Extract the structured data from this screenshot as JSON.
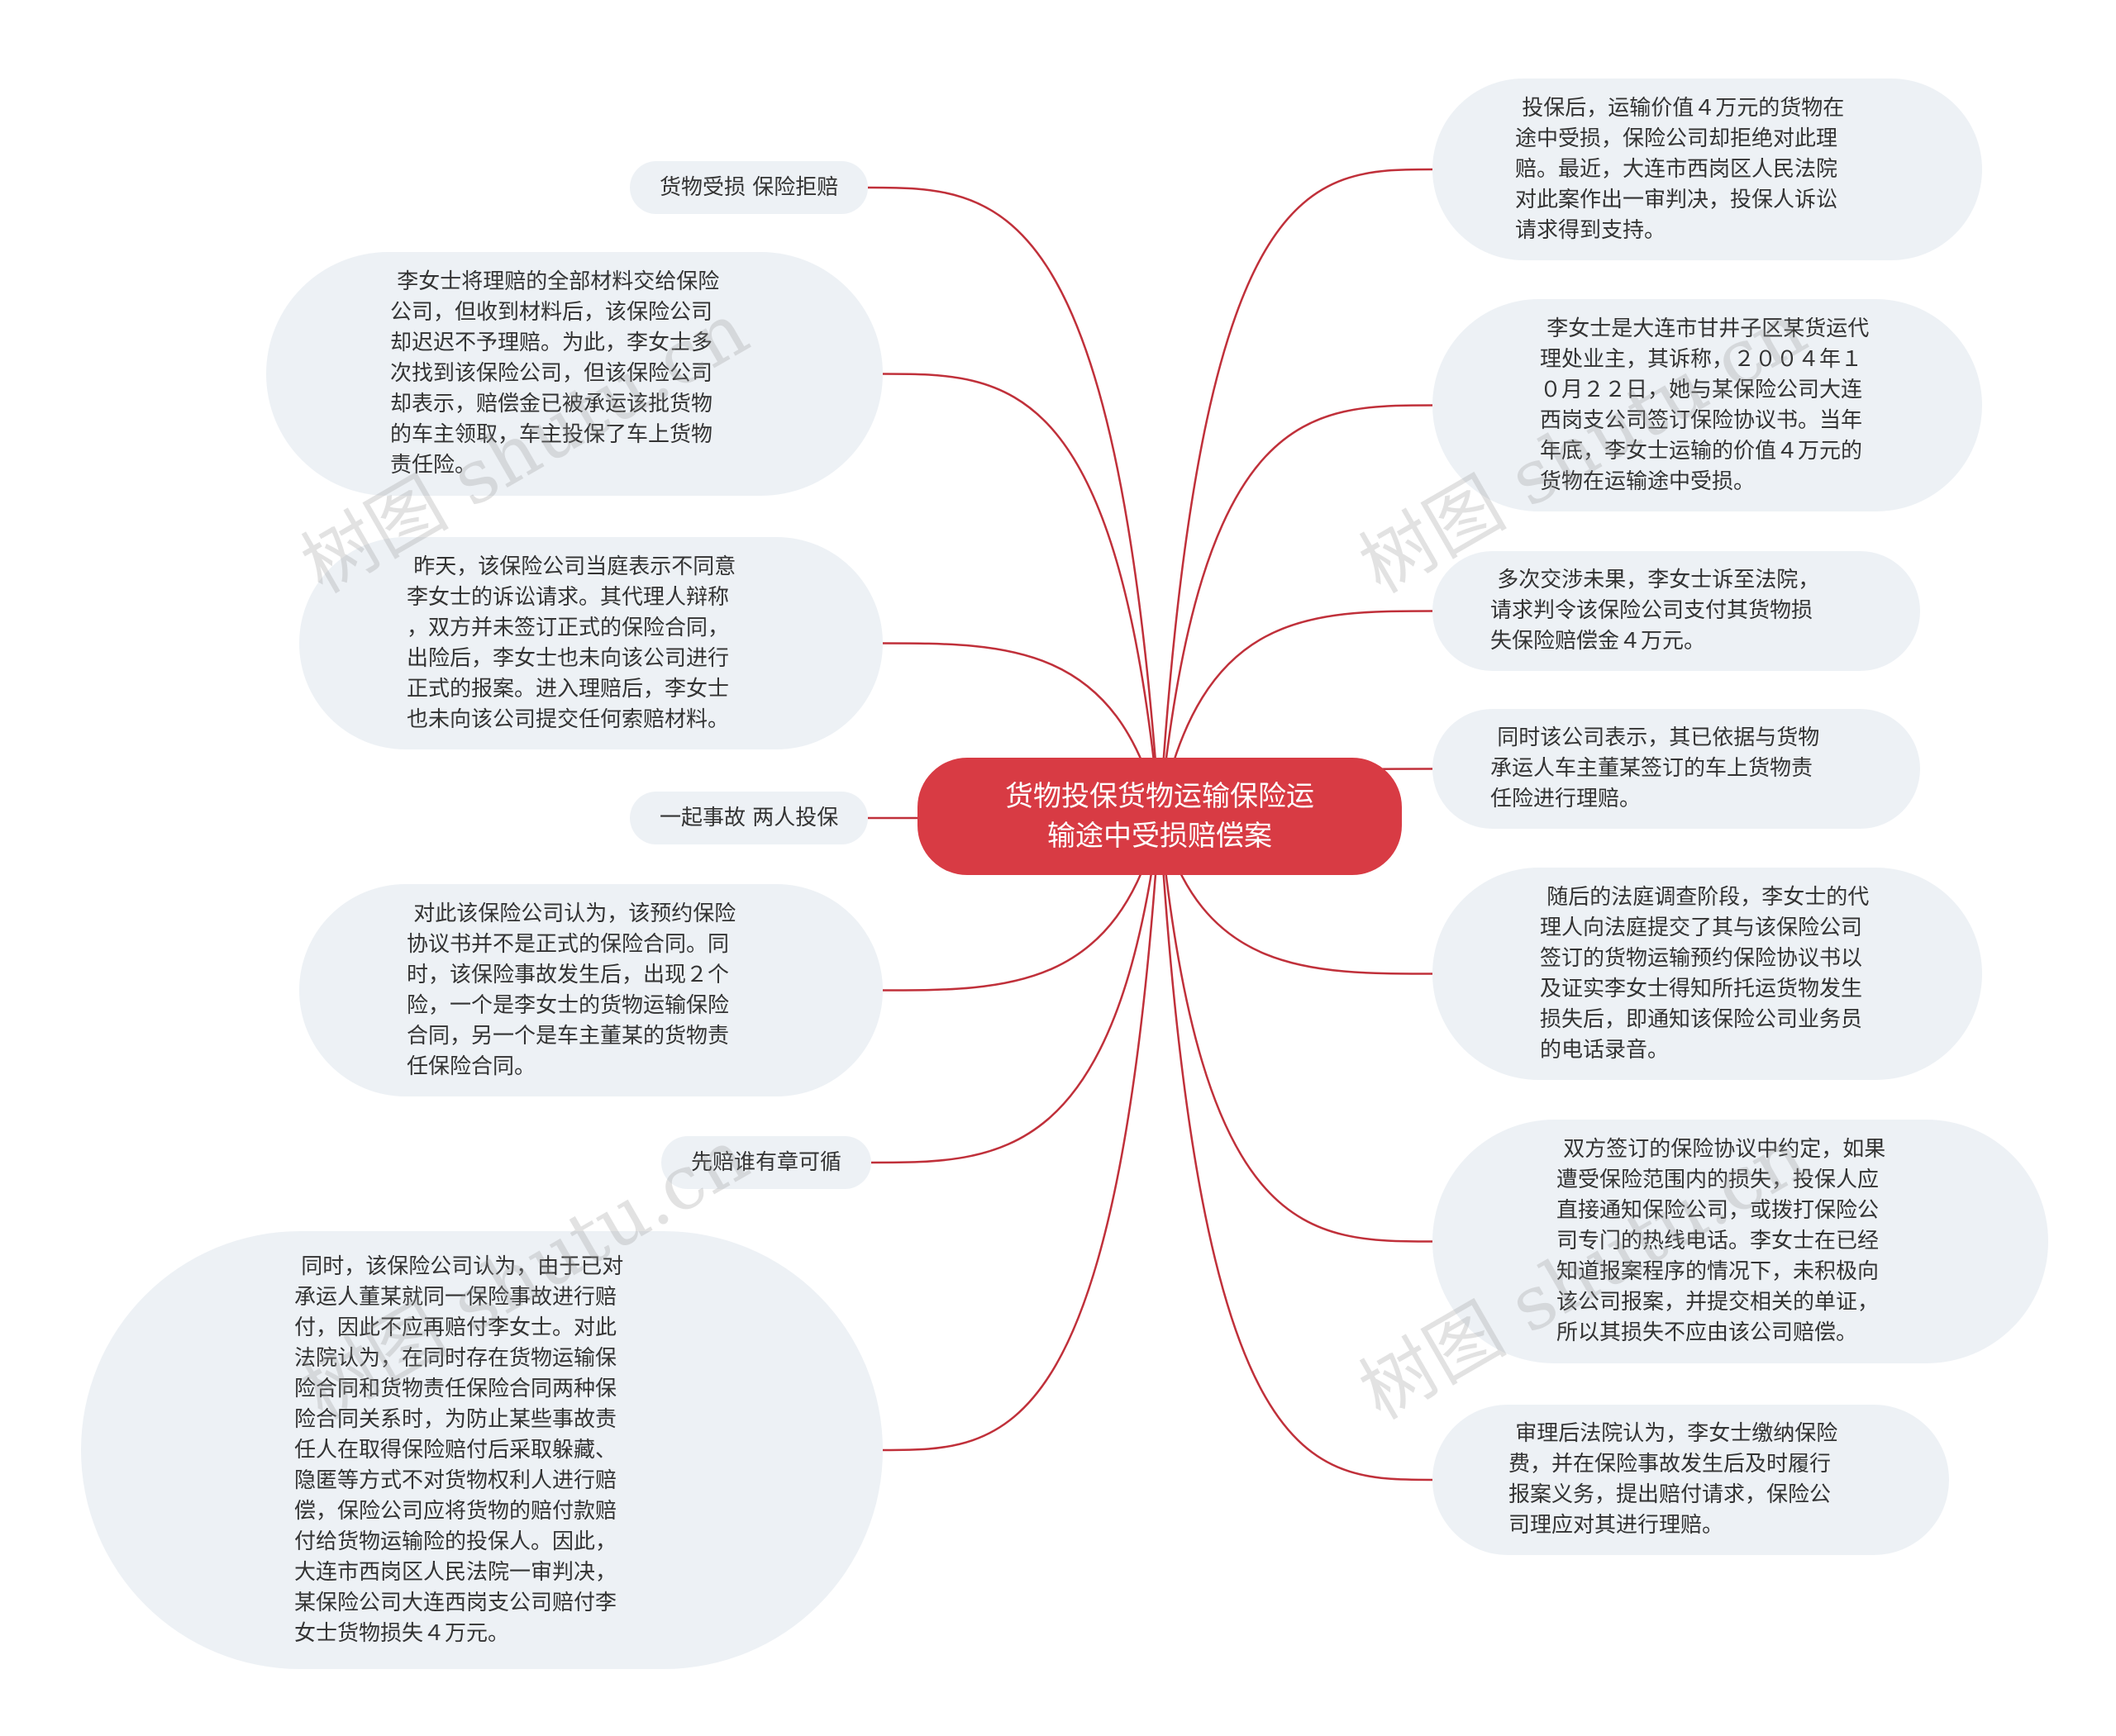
{
  "root": {
    "text": "货物投保货物运输保险运\n输途中受损赔偿案"
  },
  "left": [
    {
      "id": "l1",
      "text": "货物受损 保险拒赔"
    },
    {
      "id": "l2",
      "text": " 李女士将理赔的全部材料交给保险\n公司，但收到材料后，该保险公司\n却迟迟不予理赔。为此，李女士多\n次找到该保险公司，但该保险公司\n却表示，赔偿金已被承运该批货物\n的车主领取，车主投保了车上货物\n责任险。"
    },
    {
      "id": "l3",
      "text": " 昨天，该保险公司当庭表示不同意\n李女士的诉讼请求。其代理人辩称\n，双方并未签订正式的保险合同，\n出险后，李女士也未向该公司进行\n正式的报案。进入理赔后，李女士\n也未向该公司提交任何索赔材料。"
    },
    {
      "id": "l4",
      "text": "一起事故 两人投保"
    },
    {
      "id": "l5",
      "text": " 对此该保险公司认为，该预约保险\n协议书并不是正式的保险合同。同\n时，该保险事故发生后，出现２个\n险，一个是李女士的货物运输保险\n合同，另一个是车主董某的货物责\n任保险合同。"
    },
    {
      "id": "l6",
      "text": "先赔谁有章可循"
    },
    {
      "id": "l7",
      "text": " 同时，该保险公司认为，由于已对\n承运人董某就同一保险事故进行赔\n付，因此不应再赔付李女士。对此\n法院认为，在同时存在货物运输保\n险合同和货物责任保险合同两种保\n险合同关系时，为防止某些事故责\n任人在取得保险赔付后采取躲藏、\n隐匿等方式不对货物权利人进行赔\n偿，保险公司应将货物的赔付款赔\n付给货物运输险的投保人。因此，\n大连市西岗区人民法院一审判决，\n某保险公司大连西岗支公司赔付李\n女士货物损失４万元。"
    }
  ],
  "right": [
    {
      "id": "r1",
      "text": " 投保后，运输价值４万元的货物在\n途中受损，保险公司却拒绝对此理\n赔。最近，大连市西岗区人民法院\n对此案作出一审判决，投保人诉讼\n请求得到支持。"
    },
    {
      "id": "r2",
      "text": " 李女士是大连市甘井子区某货运代\n理处业主，其诉称，２００４年１\n０月２２日，她与某保险公司大连\n西岗支公司签订保险协议书。当年\n年底，李女士运输的价值４万元的\n货物在运输途中受损。"
    },
    {
      "id": "r3",
      "text": " 多次交涉未果，李女士诉至法院，\n请求判令该保险公司支付其货物损\n失保险赔偿金４万元。"
    },
    {
      "id": "r4",
      "text": " 同时该公司表示，其已依据与货物\n承运人车主董某签订的车上货物责\n任险进行理赔。"
    },
    {
      "id": "r5",
      "text": " 随后的法庭调查阶段，李女士的代\n理人向法庭提交了其与该保险公司\n签订的货物运输预约保险协议书以\n及证实李女士得知所托运货物发生\n损失后，即通知该保险公司业务员\n的电话录音。"
    },
    {
      "id": "r6",
      "text": " 双方签订的保险协议中约定，如果\n遭受保险范围内的损失，投保人应\n直接通知保险公司，或拨打保险公\n司专门的热线电话。李女士在已经\n知道报案程序的情况下，未积极向\n该公司报案，并提交相关的单证，\n所以其损失不应由该公司赔偿。"
    },
    {
      "id": "r7",
      "text": " 审理后法院认为，李女士缴纳保险\n费，并在保险事故发生后及时履行\n报案义务，提出赔付请求，保险公\n司理应对其进行理赔。"
    }
  ],
  "watermark": "树图 shutu.cn",
  "colors": {
    "root": "#d83b44",
    "link": "#c0303a",
    "node": "#edf1f5"
  }
}
